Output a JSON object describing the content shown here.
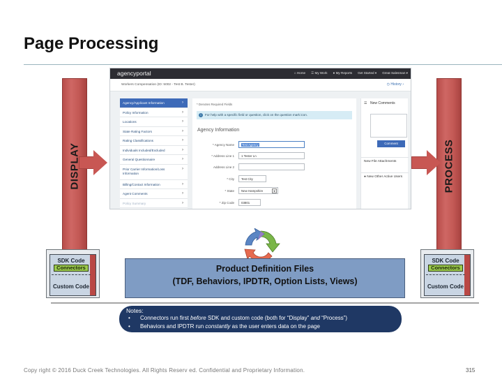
{
  "slide": {
    "title": "Page Processing",
    "footer": "Copy right © 2016 Duck Creek Technologies. All Rights Reserv ed. Confidential and Proprietary Information.",
    "page_number": "315"
  },
  "pillars": {
    "left_label": "DISPLAY",
    "right_label": "PROCESS",
    "accent_color": "#c85753"
  },
  "code_box": {
    "sdk": "SDK Code",
    "connectors": "Connectors",
    "custom": "Custom Code"
  },
  "app": {
    "brand": "agencyportal",
    "nav": {
      "home": "Home",
      "my_work": "My Work",
      "my_reports": "My Reports",
      "get_started": "Get Started",
      "user": "Great Salesman"
    },
    "subtitle": "Workers Compensation (ID: 5002 - Test B. Tester)",
    "history": "History",
    "sidebar": [
      {
        "label": "Agency/Applicant Information",
        "active": true
      },
      {
        "label": "Policy Information"
      },
      {
        "label": "Locations"
      },
      {
        "label": "State Rating Factors"
      },
      {
        "label": "Rating Classifications"
      },
      {
        "label": "Individuals Included/Excluded"
      },
      {
        "label": "General Questionnaire"
      },
      {
        "label": "Prior Carrier Information/Loss Information"
      },
      {
        "label": "Billing/Contact Information"
      },
      {
        "label": "Agent Comments"
      },
      {
        "label": "Policy Summary"
      }
    ],
    "form": {
      "required_note": "* Denotes Required Fields",
      "help_text": "For help with a specific field or question, click on the question mark icon.",
      "section_title": "Agency Information",
      "agency_name_label": "* Agency Name",
      "agency_name_value": "Test Agency",
      "address1_label": "* Address Line 1",
      "address1_value": "1 Tester Ln",
      "address2_label": "Address Line 2",
      "address2_value": "",
      "city_label": "* City",
      "city_value": "Test City",
      "state_label": "* State",
      "state_value": "New Hampshire",
      "zip_label": "* Zip Code",
      "zip_value": "03801"
    },
    "right_panel": {
      "comments_title": "New Comments",
      "comment_button": "Comment",
      "attachments": "New File Attachments",
      "active_users": "New Other Active Users"
    }
  },
  "pdf": {
    "line1": "Product Definition Files",
    "line2": "(TDF, Behaviors, IPDTR, Option Lists, Views)"
  },
  "notes": {
    "title": "Notes:",
    "line1_a": "Connectors run first ",
    "line1_b": "before",
    "line1_c": " SDK and custom code (both for “Display” ",
    "line1_d": "and",
    "line1_e": " “Process”)",
    "line2_a": "Behaviors and IPDTR run ",
    "line2_b": "constantly",
    "line2_c": " as the user enters data on the page"
  }
}
